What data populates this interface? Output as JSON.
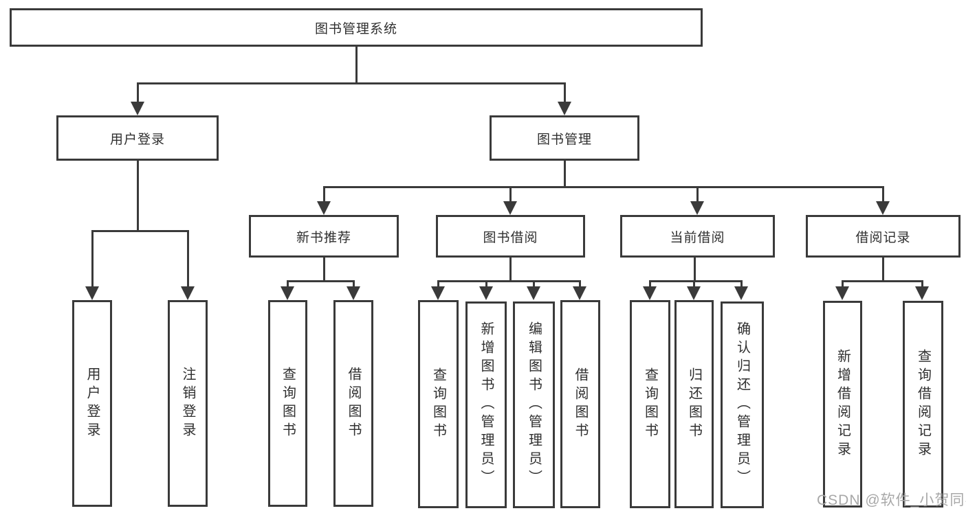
{
  "diagram": {
    "root": {
      "label": "图书管理系统"
    },
    "level2": [
      {
        "label": "用户登录",
        "children": [
          {
            "label": "用户登录"
          },
          {
            "label": "注销登录"
          }
        ]
      },
      {
        "label": "图书管理",
        "children": [
          {
            "label": "新书推荐",
            "children": [
              {
                "label": "查询图书"
              },
              {
                "label": "借阅图书"
              }
            ]
          },
          {
            "label": "图书借阅",
            "children": [
              {
                "label": "查询图书"
              },
              {
                "label": "新增图书（管理员）"
              },
              {
                "label": "编辑图书（管理员）"
              },
              {
                "label": "借阅图书"
              }
            ]
          },
          {
            "label": "当前借阅",
            "children": [
              {
                "label": "查询图书"
              },
              {
                "label": "归还图书"
              },
              {
                "label": "确认归还（管理员）"
              }
            ]
          },
          {
            "label": "借阅记录",
            "children": [
              {
                "label": "新增借阅记录"
              },
              {
                "label": "查询借阅记录"
              }
            ]
          }
        ]
      }
    ]
  },
  "watermark": {
    "text": "CSDN @软件_小贺同学"
  },
  "colors": {
    "line": "#3a3a3a",
    "text": "#2f2f2f",
    "background": "#ffffff",
    "watermark": "#a8a8a8"
  }
}
